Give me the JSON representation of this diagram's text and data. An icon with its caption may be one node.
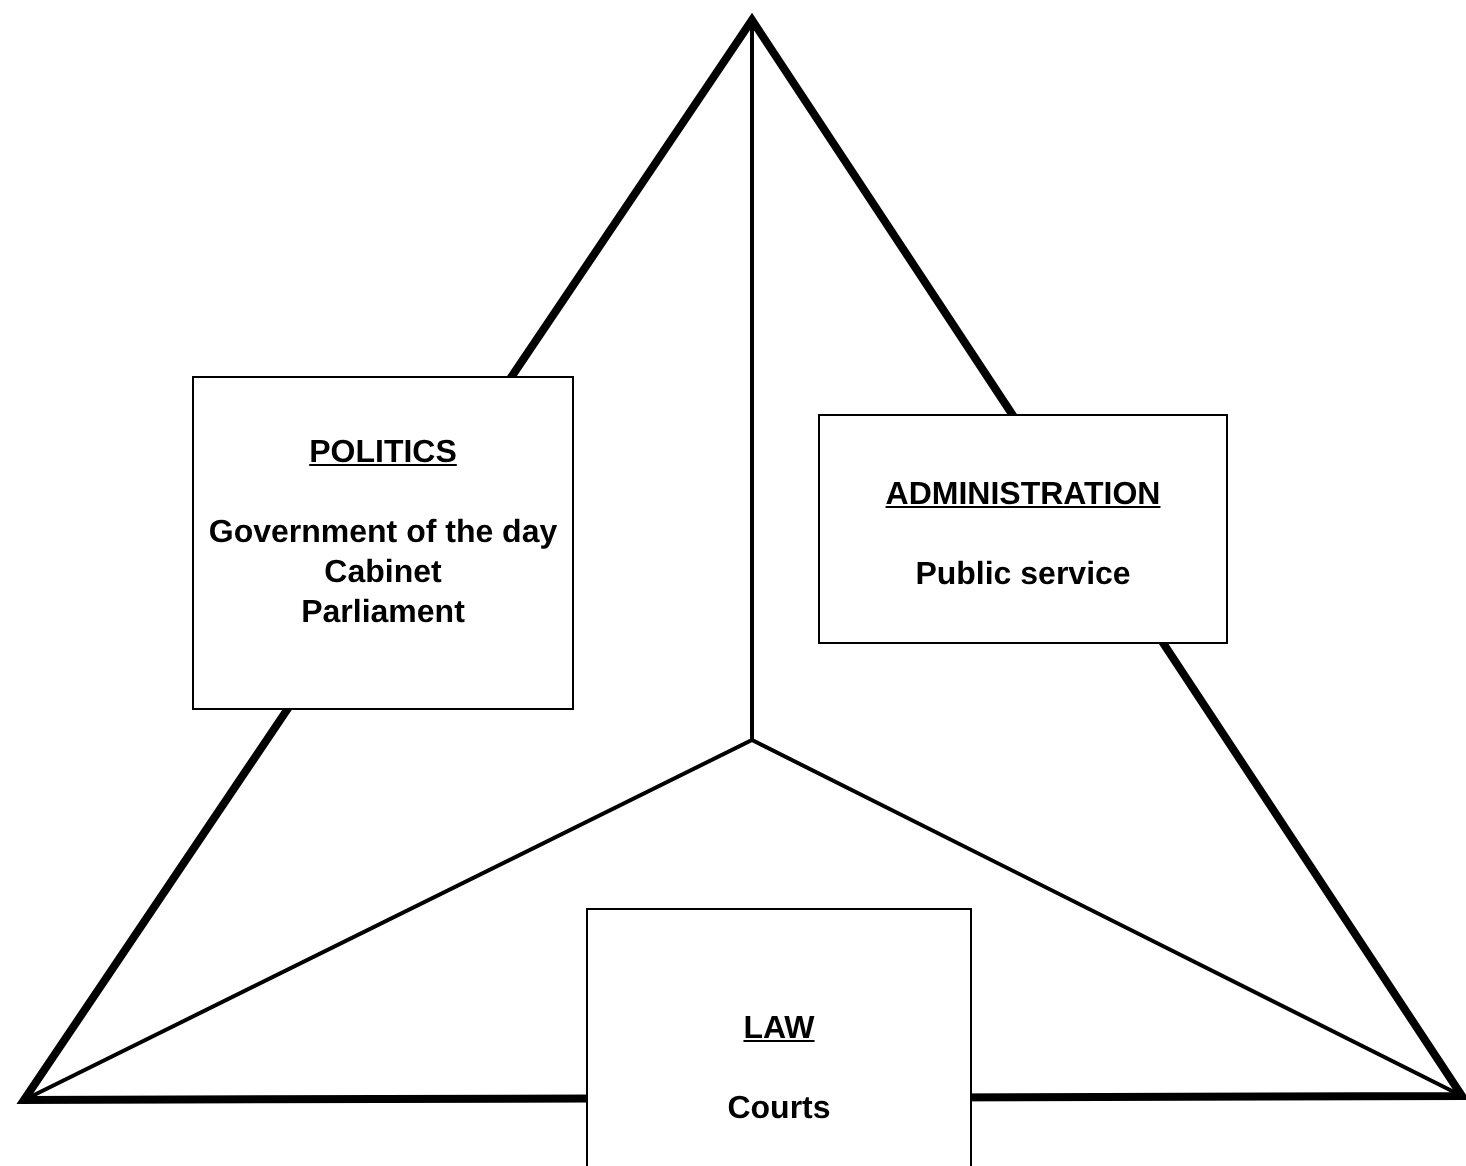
{
  "diagram": {
    "nodes": [
      {
        "text": [
          "POLITICS",
          "Government of the day",
          "Cabinet",
          "Parliament"
        ]
      },
      {
        "text": [
          "ADMINISTRATION",
          "Public service"
        ]
      },
      {
        "text": [
          "LAW",
          "Courts"
        ]
      }
    ]
  }
}
